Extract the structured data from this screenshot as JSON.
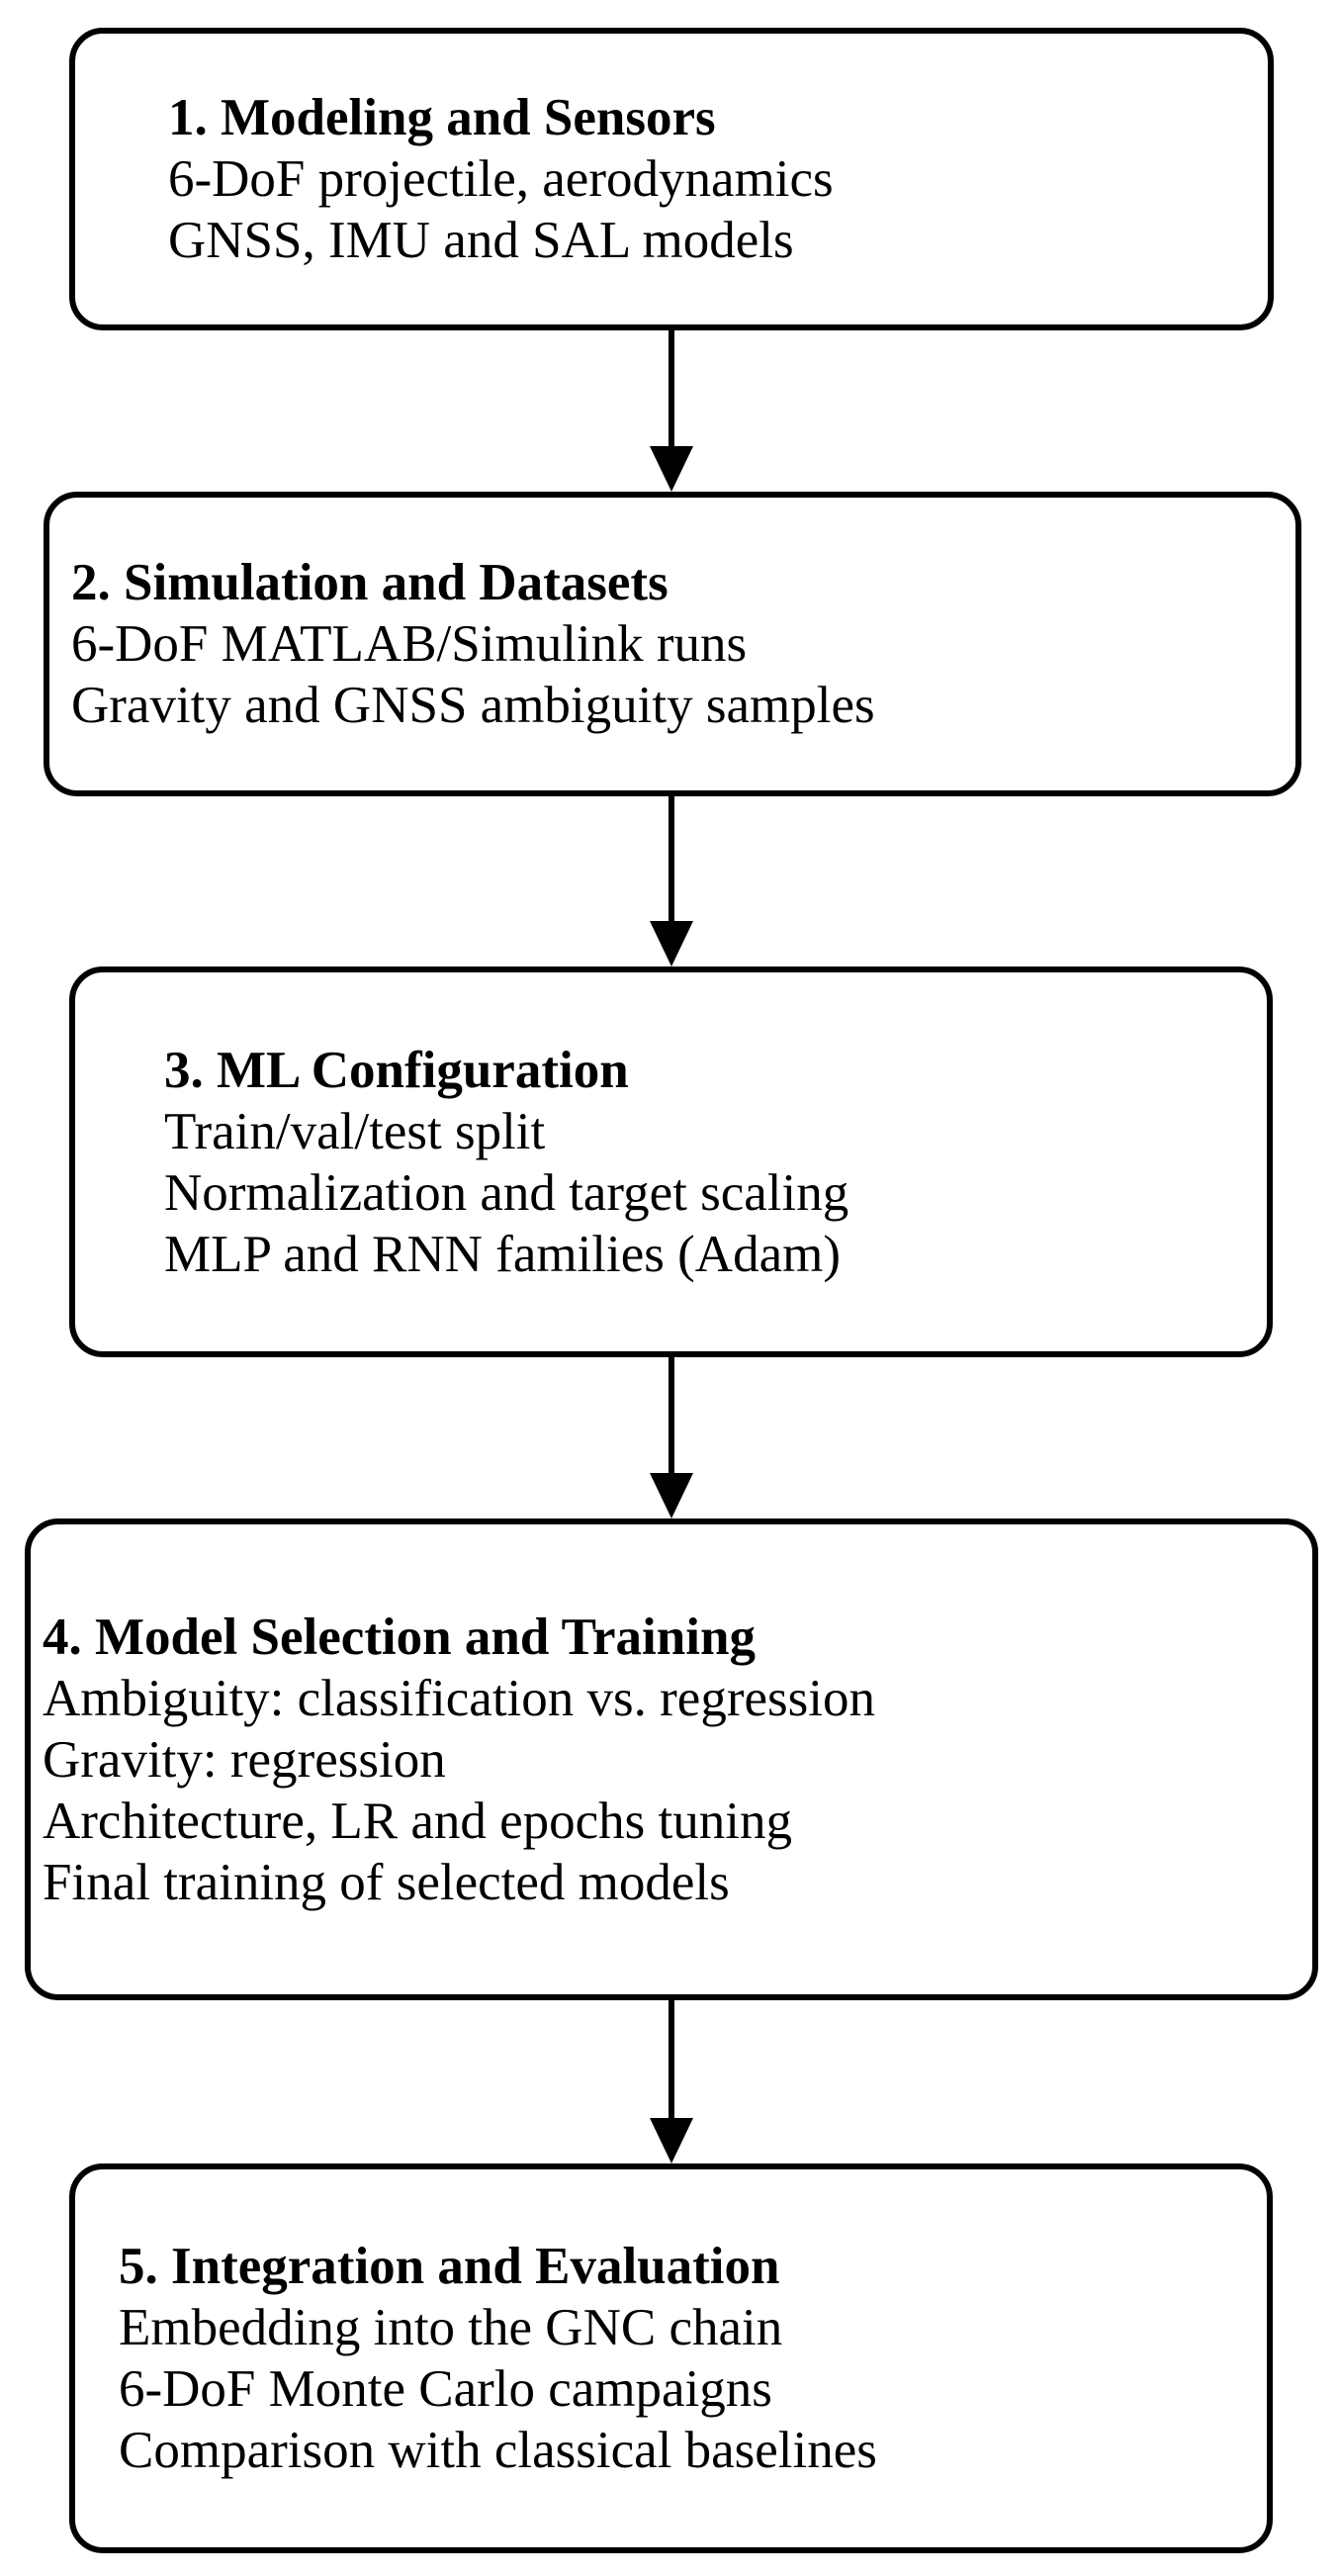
{
  "diagram": {
    "type": "flowchart",
    "orientation": "top-to-bottom",
    "background_color": "#ffffff",
    "stroke_color": "#000000",
    "text_color": "#000000",
    "nodes": [
      {
        "id": "1",
        "title": "1. Modeling and Sensors",
        "lines": [
          "6-DoF projectile, aerodynamics",
          "GNSS, IMU and SAL models"
        ]
      },
      {
        "id": "2",
        "title": "2. Simulation and Datasets",
        "lines": [
          "6-DoF MATLAB/Simulink runs",
          "Gravity and GNSS ambiguity samples"
        ]
      },
      {
        "id": "3",
        "title": "3. ML Configuration",
        "lines": [
          "Train/val/test split",
          "Normalization and target scaling",
          "MLP and RNN families (Adam)"
        ]
      },
      {
        "id": "4",
        "title": "4. Model Selection and Training",
        "lines": [
          "Ambiguity: classification vs. regression",
          "Gravity: regression",
          "Architecture, LR and epochs tuning",
          "Final training of selected models"
        ]
      },
      {
        "id": "5",
        "title": "5. Integration and Evaluation",
        "lines": [
          "Embedding into the GNC chain",
          "6-DoF Monte Carlo campaigns",
          "Comparison with classical baselines"
        ]
      }
    ],
    "edges": [
      {
        "id": "e1",
        "from": "1",
        "to": "2",
        "marker": "arrowhead-down"
      },
      {
        "id": "e2",
        "from": "2",
        "to": "3",
        "marker": "arrowhead-down"
      },
      {
        "id": "e3",
        "from": "3",
        "to": "4",
        "marker": "arrowhead-down"
      },
      {
        "id": "e4",
        "from": "4",
        "to": "5",
        "marker": "arrowhead-down"
      }
    ]
  }
}
